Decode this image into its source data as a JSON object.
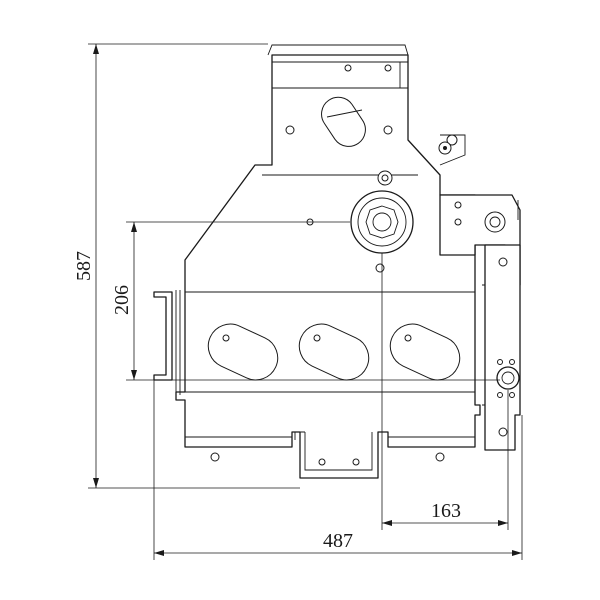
{
  "diagram": {
    "dimensions": {
      "overall_height": "587",
      "shaft_height": "206",
      "offset_width": "163",
      "overall_width": "487"
    },
    "colors": {
      "line": "#1a1a1a",
      "background": "#ffffff"
    }
  }
}
